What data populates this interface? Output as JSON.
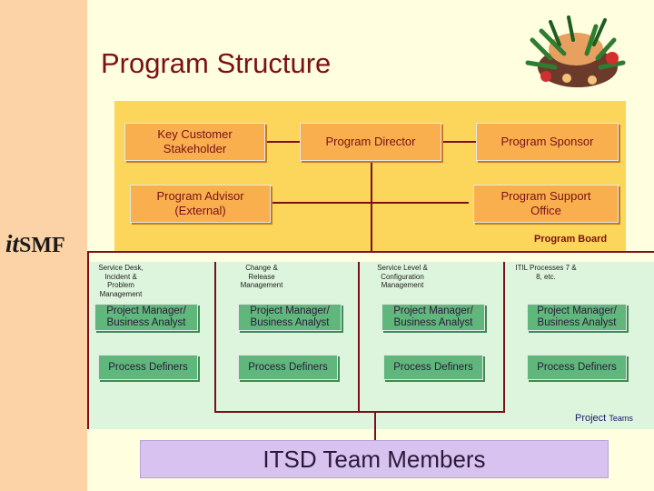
{
  "title": "Program Structure",
  "board": {
    "key_customer": "Key Customer Stakeholder",
    "director": "Program Director",
    "sponsor": "Program Sponsor",
    "advisor": "Program Advisor (External)",
    "support": "Program Support Office",
    "label": "Program Board"
  },
  "teams": {
    "columns": [
      {
        "area": "Service Desk, Incident & Problem Management",
        "pm": "Project Manager/ Business Analyst",
        "definers": "Process Definers"
      },
      {
        "area": "Change & Release Management",
        "pm": "Project Manager/ Business Analyst",
        "definers": "Process Definers"
      },
      {
        "area": "Service Level & Configuration Management",
        "pm": "Project Manager/ Business Analyst",
        "definers": "Process Definers"
      },
      {
        "area": "ITIL Processes 7 & 8, etc.",
        "pm": "Project Manager/ Business Analyst",
        "definers": "Process Definers"
      }
    ],
    "label_main": "Project",
    "label_small": "Teams"
  },
  "members": "ITSD Team Members",
  "logo": {
    "it": "it",
    "smf": "SMF"
  },
  "colors": {
    "title": "#7a1018",
    "board_bg": "#fbd65a",
    "orange_box": "#f9af4e",
    "green_box": "#5fb77c",
    "teams_bg": "#ddf4dd",
    "members_bg": "#d7c2f0"
  }
}
